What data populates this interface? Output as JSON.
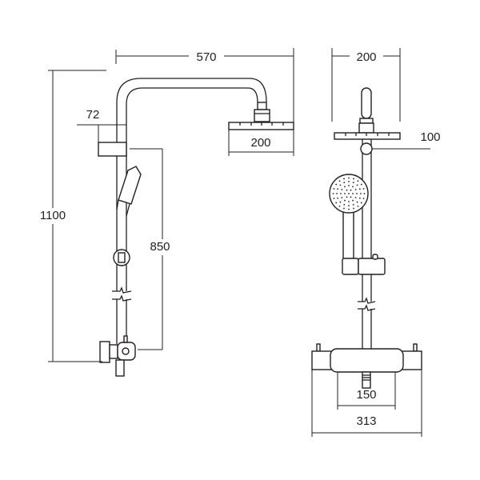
{
  "title": "Shower system dimension drawing",
  "side_view": {
    "dimensions": {
      "arm_reach": "570",
      "total_height": "1100",
      "slider_offset": "72",
      "head_width": "200",
      "rail_length": "850"
    }
  },
  "front_view": {
    "dimensions": {
      "head_width": "200",
      "riser_to_head": "100",
      "inlet_centres": "150",
      "valve_width": "313"
    }
  },
  "colors": {
    "line": "#231f20",
    "background": "#ffffff"
  }
}
